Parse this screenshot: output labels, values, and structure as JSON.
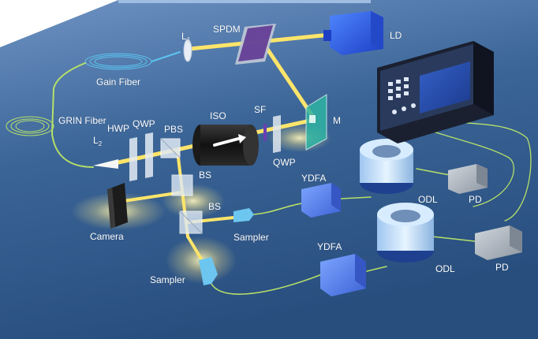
{
  "labels": {
    "ld": "LD",
    "spdm": "SPDM",
    "l1": "L",
    "l1_sub": "1",
    "gain_fiber": "Gain Fiber",
    "grin_fiber": "GRIN Fiber",
    "l2": "L",
    "l2_sub": "2",
    "hwp": "HWP",
    "qwp_left": "QWP",
    "pbs": "PBS",
    "iso": "ISO",
    "sf": "SF",
    "qwp_right": "QWP",
    "m": "M",
    "bs_top": "BS",
    "bs_bottom": "BS",
    "camera": "Camera",
    "sampler_right": "Sampler",
    "sampler_bottom": "Sampler",
    "ydfa_top": "YDFA",
    "ydfa_bottom": "YDFA",
    "odl_top": "ODL",
    "odl_bottom": "ODL",
    "pd_top": "PD",
    "pd_bottom": "PD"
  },
  "colors": {
    "table": "#3f6c9c",
    "beam": "#ffe56a",
    "fiber_green": "#b6e06a",
    "fiber_blue": "#5cc4f0",
    "device_blue": "#2f5ee0"
  }
}
